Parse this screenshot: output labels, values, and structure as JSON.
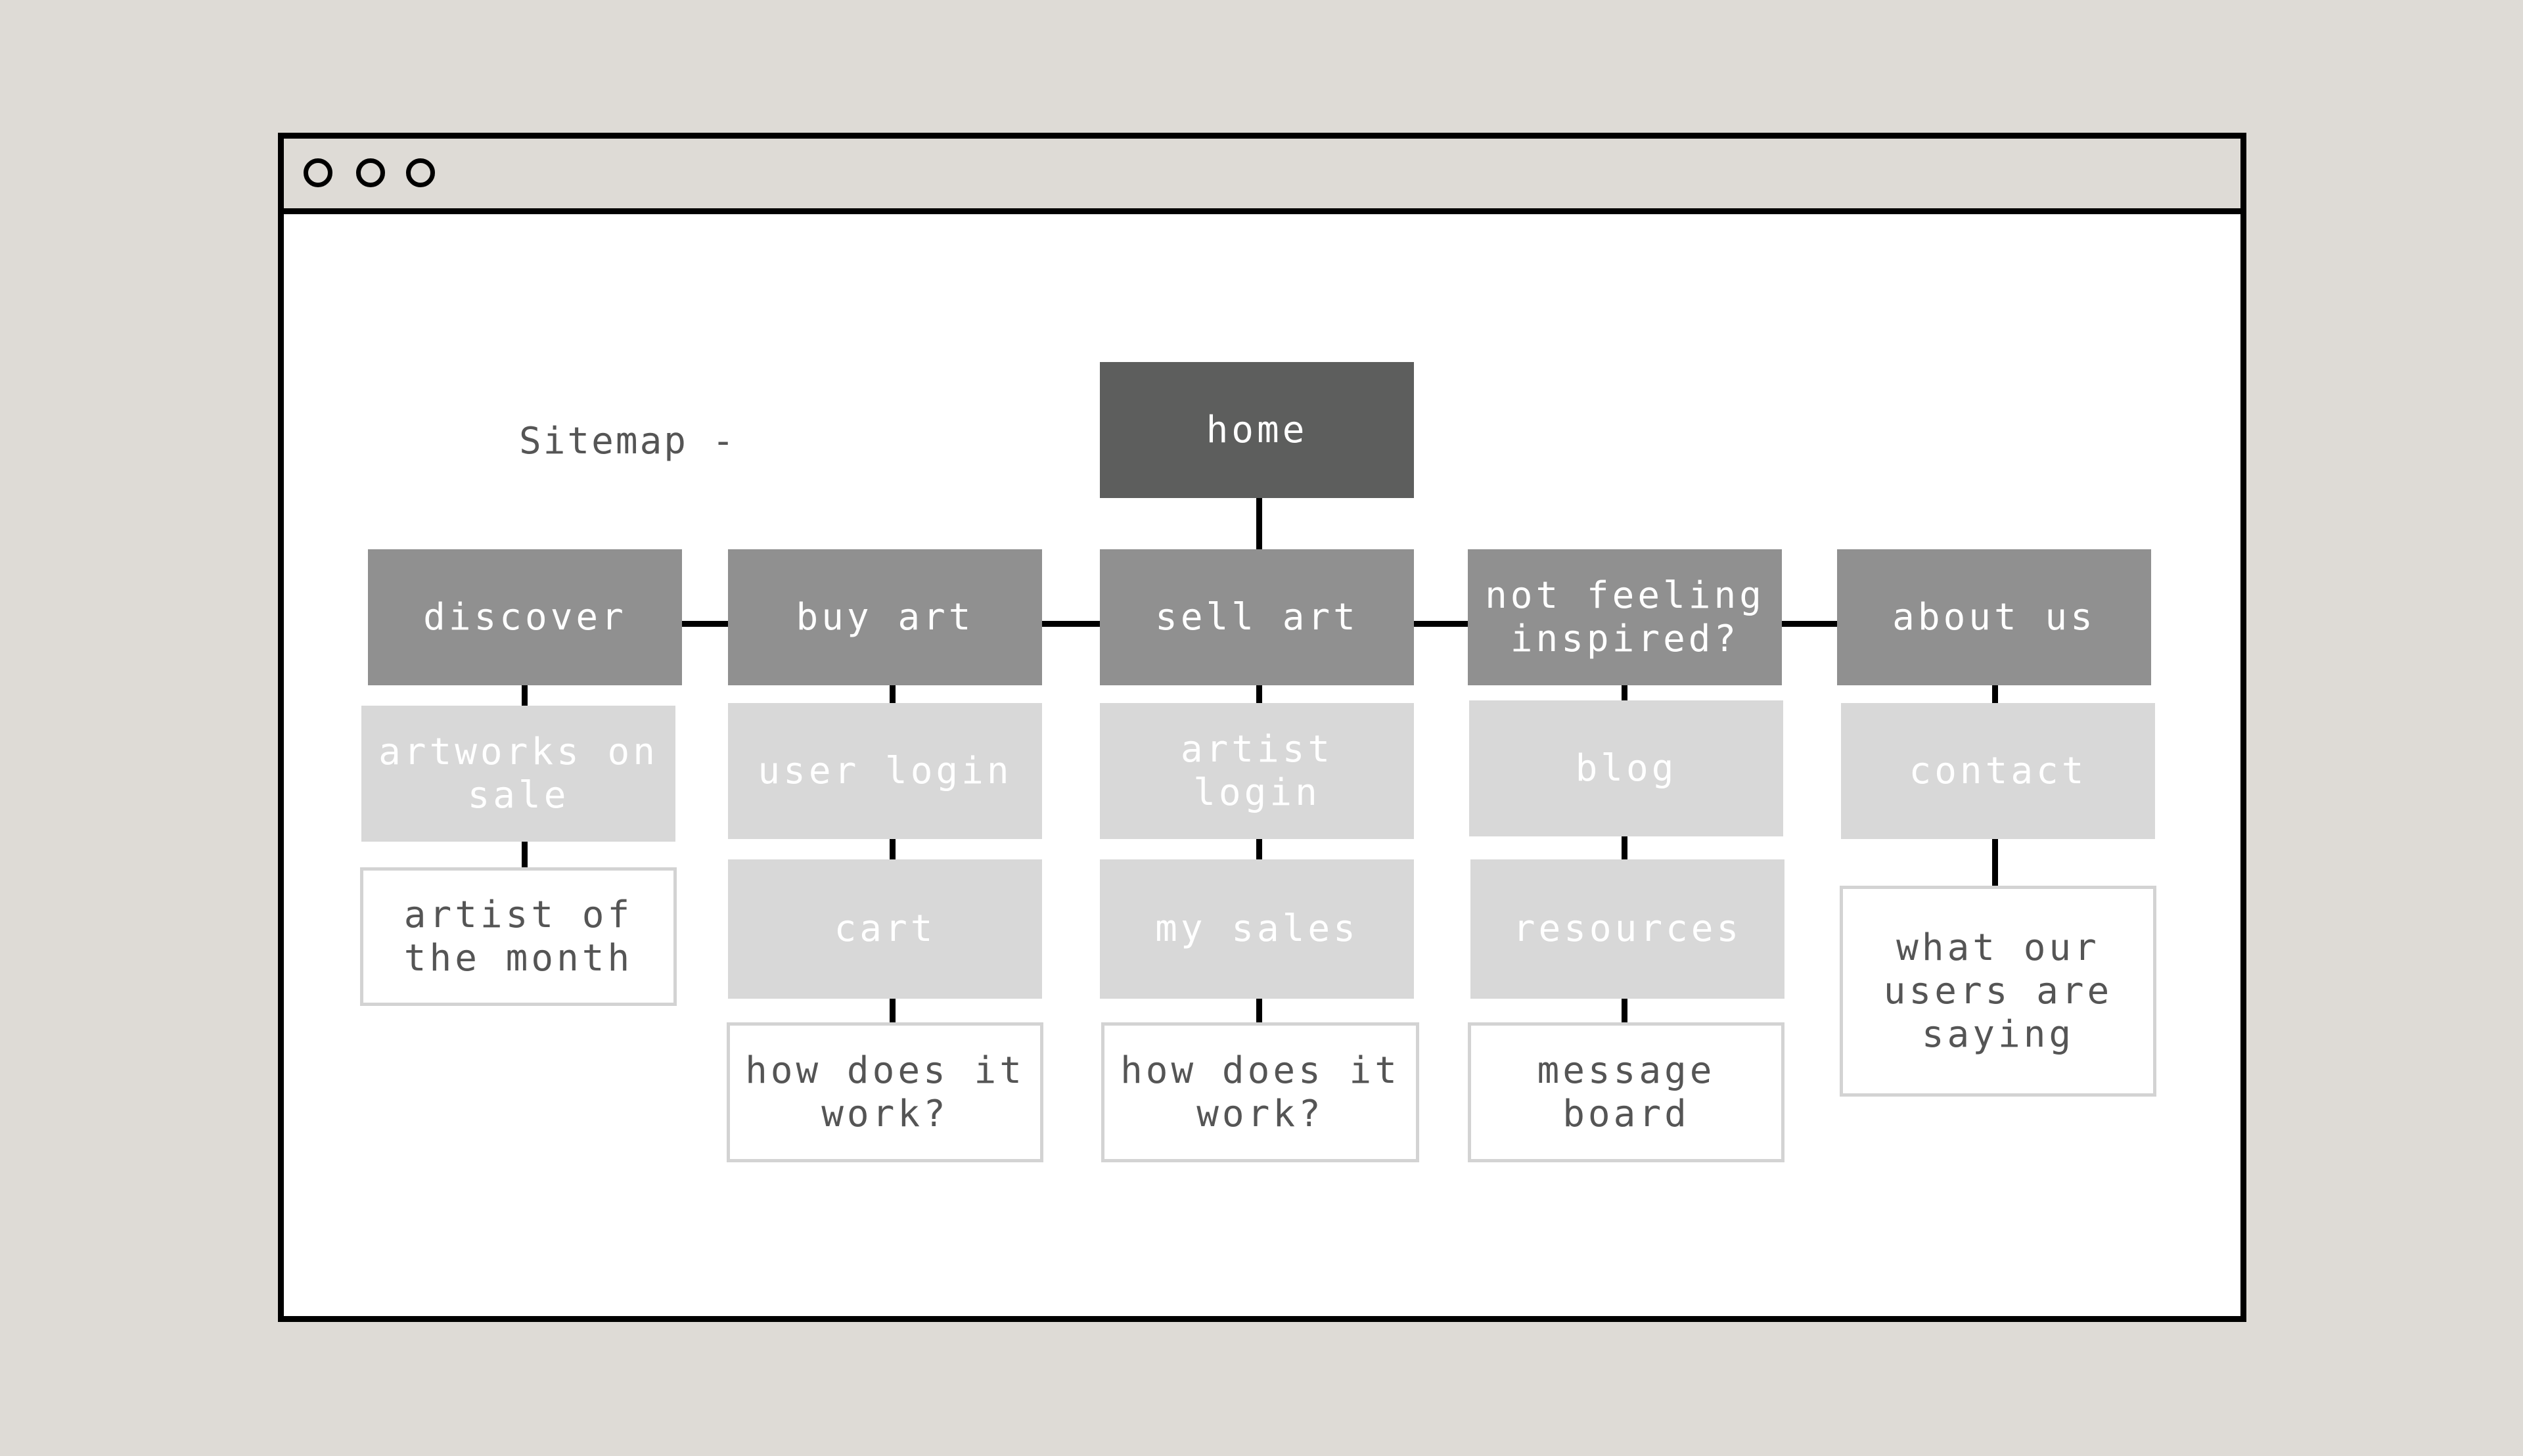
{
  "diagram": {
    "title": "Sitemap -",
    "window_controls": [
      "circle-icon",
      "circle-icon",
      "circle-icon"
    ],
    "root": "home",
    "sections": [
      {
        "label": "discover",
        "children": [
          "artworks on\nsale",
          "artist of\nthe month"
        ]
      },
      {
        "label": "buy art",
        "children": [
          "user login",
          "cart",
          "how does it\nwork?"
        ]
      },
      {
        "label": "sell art",
        "children": [
          "artist\nlogin",
          "my sales",
          "how does it\nwork?"
        ]
      },
      {
        "label": "not feeling\ninspired?",
        "children": [
          "blog",
          "resources",
          "message\nboard"
        ]
      },
      {
        "label": "about us",
        "children": [
          "contact",
          "what our\nusers are\nsaying"
        ]
      }
    ],
    "colors": {
      "root": "#5d5e5d",
      "section": "#909090",
      "subpage": "#d8d8d8",
      "leaf_page": "#ffffff",
      "background": "#dedbd6"
    }
  }
}
